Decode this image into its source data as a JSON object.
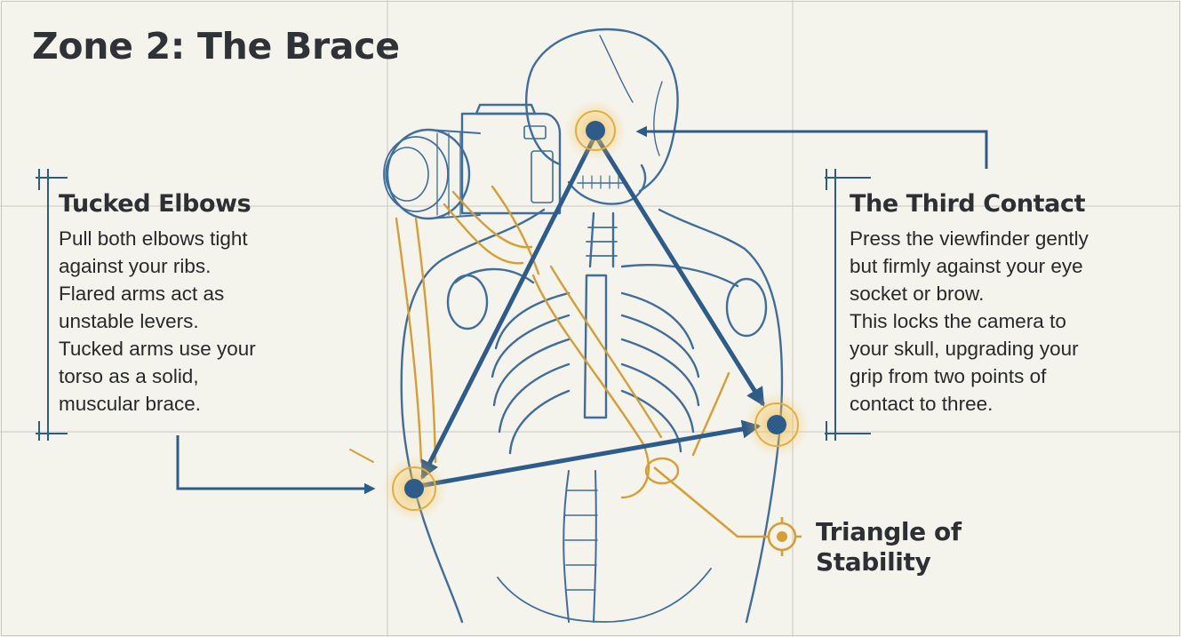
{
  "title": "Zone 2: The Brace",
  "left_callout": {
    "heading": "Tucked Elbows",
    "lines": [
      "Pull both elbows tight",
      "against your ribs.",
      "Flared arms act as",
      "unstable levers.",
      "Tucked arms use your",
      "torso as a solid,",
      "muscular brace."
    ]
  },
  "right_callout": {
    "heading": "The Third Contact",
    "lines": [
      "Press the viewfinder gently",
      "but firmly against your eye",
      "socket or brow.",
      "This locks the camera to",
      "your skull, upgrading your",
      "grip from two points of",
      "contact to three."
    ]
  },
  "stability_label": [
    "Triangle of",
    "Stability"
  ],
  "colors": {
    "background": "#f4f3ec",
    "navy": "#2e5c8a",
    "gold": "#e0a838",
    "sketch": "#3f6d9c",
    "text": "#27292c"
  },
  "icons": {
    "contact_point": "glowing-dot",
    "stability_marker": "crosshair-target"
  }
}
